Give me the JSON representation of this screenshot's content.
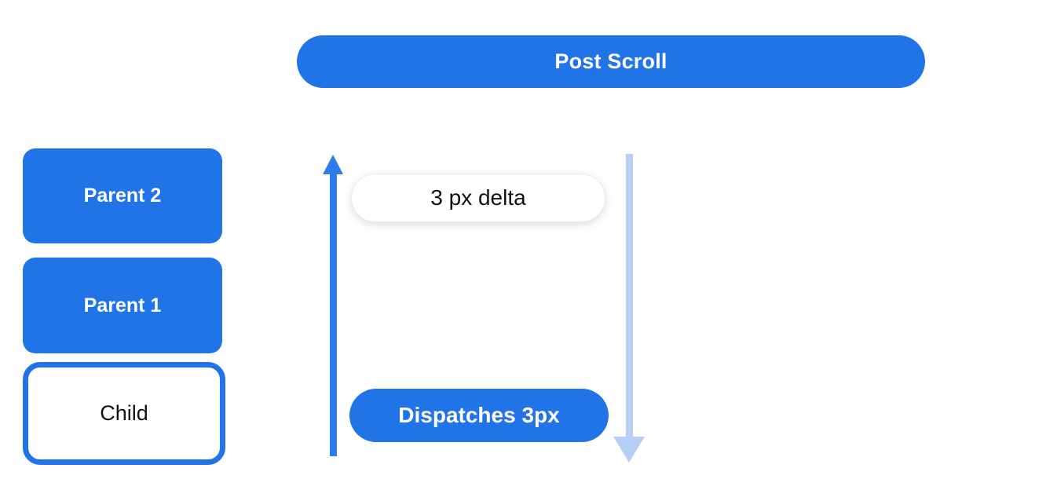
{
  "banner": {
    "label": "Post Scroll"
  },
  "boxes": [
    {
      "id": "parent2",
      "label": "Parent 2",
      "variant": "filled"
    },
    {
      "id": "parent1",
      "label": "Parent 1",
      "variant": "filled"
    },
    {
      "id": "child",
      "label": "Child",
      "variant": "outlined"
    }
  ],
  "flow": {
    "delta_pill": "3 px delta",
    "dispatch_pill": "Dispatches 3px"
  },
  "icons": {
    "up_arrow": "arrow-up",
    "down_arrow": "arrow-down"
  },
  "colors": {
    "primary_blue": "#2173E8",
    "arrow_blue": "#2D7BE9",
    "light_blue": "#B7CEF6",
    "background": "#FFFFFF",
    "text_dark": "#111111",
    "text_light": "#FFFFFF"
  }
}
